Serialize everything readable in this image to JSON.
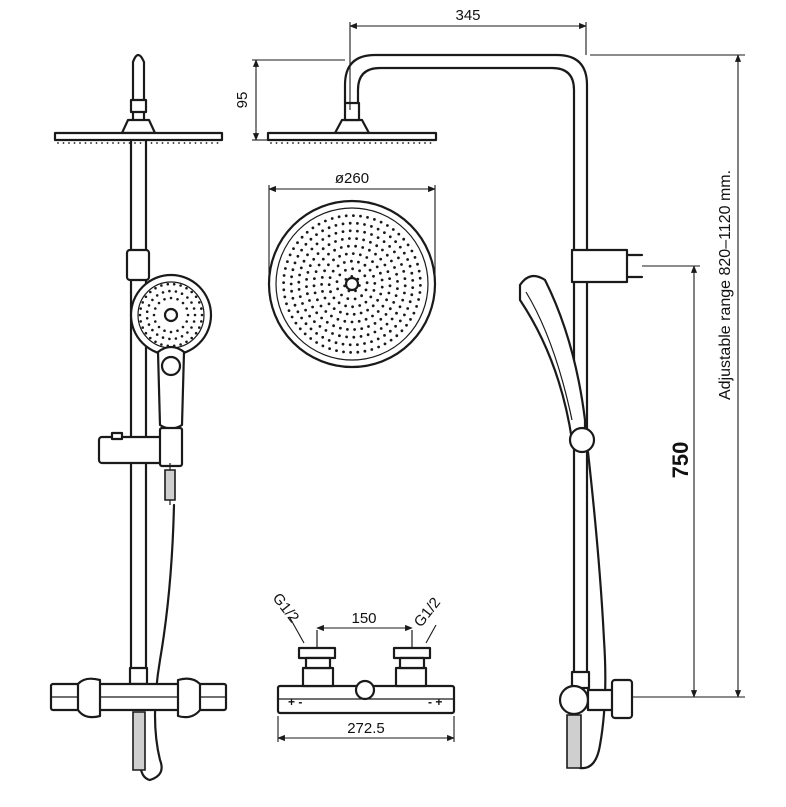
{
  "dimensions": {
    "arm_reach": "345",
    "head_drop": "95",
    "head_diameter": "ø260",
    "height_to_mixer": "750",
    "adjustable_range": "Adjustable  range  820–1120  mm.",
    "inlet_spacing": "150",
    "mixer_width": "272.5",
    "thread_left": "G1/2",
    "thread_right": "G1/2"
  },
  "colors": {
    "line": "#1a1a1a",
    "background": "#ffffff"
  }
}
